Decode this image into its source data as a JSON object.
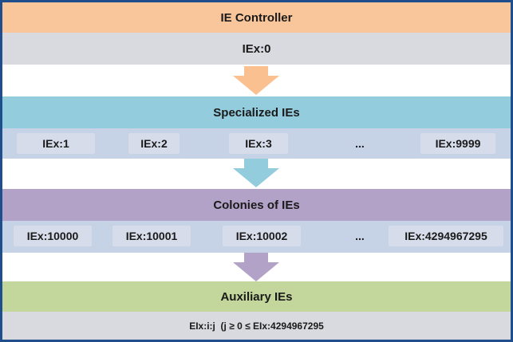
{
  "levels": {
    "controller": {
      "header": "IE Controller",
      "items": [
        "IEx:0"
      ]
    },
    "specialized": {
      "header": "Specialized IEs",
      "items": [
        "IEx:1",
        "IEx:2",
        "IEx:3",
        "...",
        "IEx:9999"
      ]
    },
    "colonies": {
      "header": "Colonies of IEs",
      "items": [
        "IEx:10000",
        "IEx:10001",
        "IEx:10002",
        "...",
        "IEx:4294967295"
      ]
    },
    "auxiliary": {
      "header": "Auxiliary IEs",
      "items": [
        "EIx:i:j  (j ≥ 0 ≤ EIx:4294967295"
      ]
    }
  },
  "colors": {
    "frame_border": "#1f4e8c",
    "controller_header": "#f9c69b",
    "specialized_header": "#93cddd",
    "colonies_header": "#b3a2c7",
    "auxiliary_header": "#c3d69b",
    "row_gray": "#d9d9e0",
    "row_blue": "#c6d2e6",
    "cell_bg": "#d6dcea",
    "arrow_orange": "#fac090",
    "arrow_blue": "#93cddd",
    "arrow_purple": "#b3a2c7"
  }
}
